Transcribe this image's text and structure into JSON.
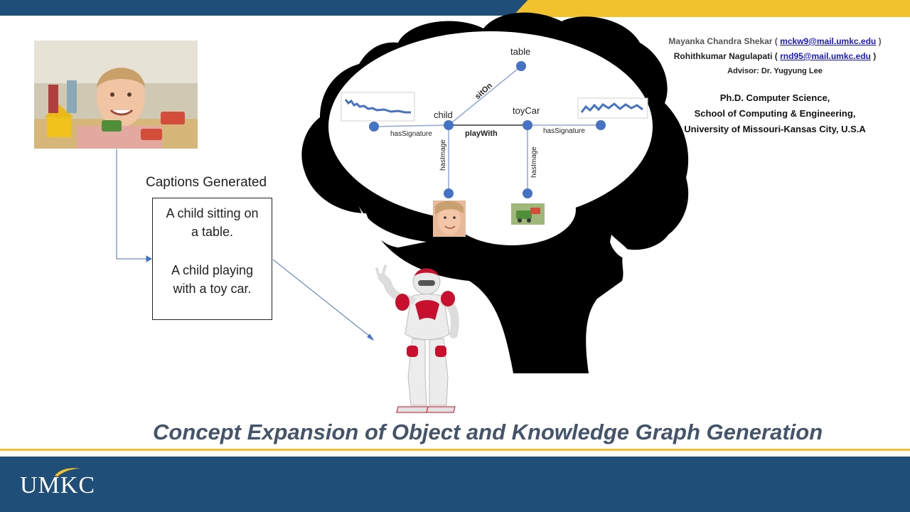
{
  "authors": {
    "author1_name": "Mayanka Chandra Shekar (",
    "author1_email": "mckw9@mail.umkc.edu",
    "author1_close": ")",
    "author2_name": "Rohithkumar Nagulapati (",
    "author2_email": "rnd95@mail.umkc.edu",
    "author2_close": ")",
    "advisor": "Advisor: Dr. Yugyung Lee"
  },
  "affiliation": {
    "line1": "Ph.D. Computer Science,",
    "line2": "School of Computing & Engineering,",
    "line3": "University of Missouri-Kansas City, U.S.A"
  },
  "captions": {
    "title": "Captions Generated",
    "caption1": "A child sitting on a table.",
    "caption2": "A child playing with a toy car."
  },
  "graph": {
    "nodes": {
      "table": "table",
      "child": "child",
      "toyCar": "toyCar"
    },
    "edges": {
      "sitOn": "sitOn",
      "playWith": "playWith",
      "hasSignature_left": "hasSignature",
      "hasSignature_right": "hasSignature",
      "hasImage_left": "hasImage",
      "hasImage_right": "hasImage"
    }
  },
  "main_title": "Concept Expansion of Object and Knowledge Graph Generation",
  "logo": "UMKC",
  "colors": {
    "brand_blue": "#1f4e79",
    "brand_gold": "#f2c12e",
    "node_blue": "#4472c4",
    "title_gray": "#44546a",
    "link_blue": "#1a1acc"
  }
}
